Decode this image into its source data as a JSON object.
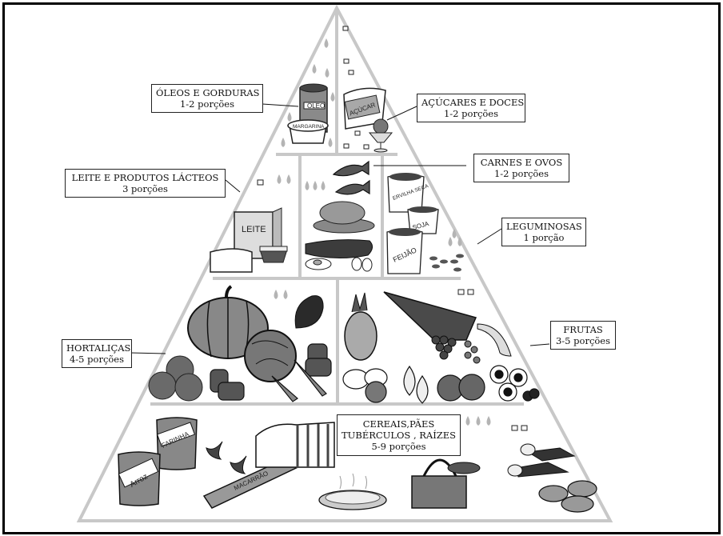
{
  "title": "Pirâmide Alimentar",
  "groups": {
    "oleos": {
      "name": "ÓLEOS E GORDURAS",
      "servings": "1-2 porções",
      "items": [
        "ÓLEO",
        "MARGARINA"
      ]
    },
    "acucares": {
      "name": "AÇÚCARES E DOCES",
      "servings": "1-2 porções",
      "items": [
        "AÇÚCAR",
        "sorvete"
      ]
    },
    "leite": {
      "name": "LEITE E PRODUTOS LÁCTEOS",
      "servings": "3 porções",
      "items": [
        "LEITE",
        "IOGURTE",
        "queijo"
      ]
    },
    "carnes": {
      "name": "CARNES E OVOS",
      "servings": "1-2 porções",
      "items": [
        "peixe",
        "frango",
        "carne",
        "ovos"
      ]
    },
    "leguminosas": {
      "name": "LEGUMINOSAS",
      "servings": "1 porção",
      "items": [
        "ERVILHA SECA",
        "SOJA",
        "FEIJÃO"
      ]
    },
    "hortalicas": {
      "name": "HORTALIÇAS",
      "servings": "4-5 porções",
      "items": [
        "abóbora",
        "repolho",
        "berinjela",
        "tomate",
        "pimentão",
        "cenoura"
      ]
    },
    "frutas": {
      "name": "FRUTAS",
      "servings": "3-5 porções",
      "items": [
        "abacaxi",
        "melancia",
        "banana",
        "uva",
        "pera",
        "maçã",
        "laranja"
      ]
    },
    "cereais": {
      "name_line1": "CEREAIS,PÃES",
      "name_line2": "TUBÉRCULOS , RAÍZES",
      "servings": "5-9 porções",
      "items": [
        "FARINHA",
        "Arroz",
        "MACARRÃO",
        "pão",
        "mandioca",
        "batata"
      ]
    }
  },
  "colors": {
    "frame": "#000000",
    "pyramid_line": "#c8c8c8",
    "food_dark": "#4a4a4a",
    "food_mid": "#8a8a8a",
    "drop": "#b0b0b0"
  }
}
